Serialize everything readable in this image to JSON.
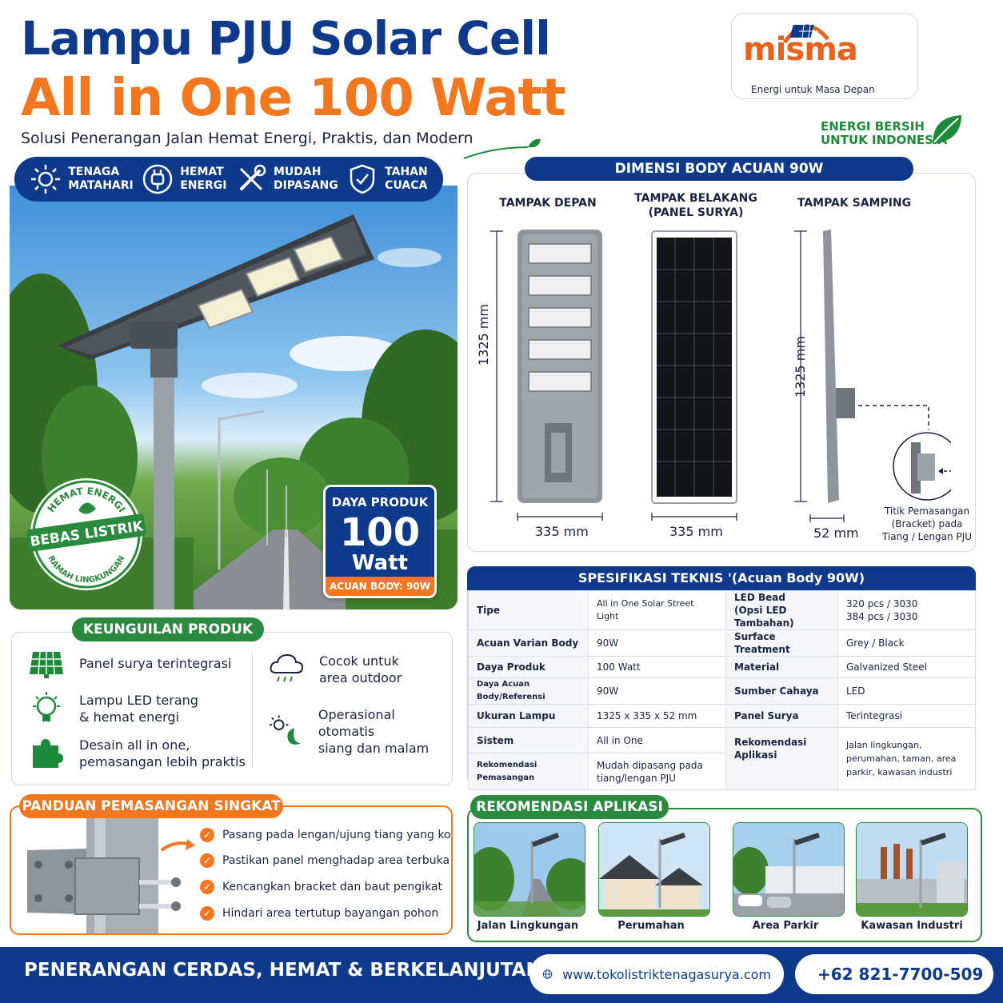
{
  "header": {
    "title_line1": "Lampu PJU Solar Cell",
    "title_line2": "All in One 100 Watt",
    "subtitle": "Solusi Penerangan Jalan Hemat Energi, Praktis, dan Modern"
  },
  "logo": {
    "wordmark": "misma",
    "tagline": "Energi untuk Masa Depan"
  },
  "energi_bersih": "ENERGI BERSIH\nUNTUK INDONESIA",
  "features": [
    {
      "icon": "sun-icon",
      "label": "TENAGA\nMATAHARI"
    },
    {
      "icon": "plug-icon",
      "label": "HEMAT\nENERGI"
    },
    {
      "icon": "tools-icon",
      "label": "MUDAH\nDIPASANG"
    },
    {
      "icon": "shield-icon",
      "label": "TAHAN\nCUACA"
    }
  ],
  "power_badge": {
    "heading": "DAYA PRODUK",
    "value": "100",
    "unit": "Watt",
    "footer": "ACUAN BODY: 90W"
  },
  "eco_badge": {
    "top": "HEMAT ENERGI",
    "middle": "BEBAS LISTRIK",
    "bottom": "RAMAH LINGKUNGAN"
  },
  "keunggulan": {
    "title": "KEUNGUILAN PRODUK",
    "items": [
      {
        "icon": "solar-panel-icon",
        "text": "Panel surya terintegrasi"
      },
      {
        "icon": "led-bulb-icon",
        "text": "Lampu LED terang\n& hemat energi"
      },
      {
        "icon": "puzzle-icon",
        "text": "Desain all in one,\npemasangan lebih praktis"
      },
      {
        "icon": "rain-cloud-icon",
        "text": "Cocok untuk\narea outdoor"
      },
      {
        "icon": "day-night-icon",
        "text": "Operasional otomatis\nsiang dan malam"
      }
    ]
  },
  "panduan": {
    "title": "PANDUAN PEMASANGAN SINGKAT",
    "steps": [
      "Pasang pada lengan/ujung tiang yang kokoh",
      "Pastikan panel menghadap area terbuka",
      "Kencangkan bracket dan baut pengikat",
      "Hindari area tertutup bayangan pohon"
    ]
  },
  "dimensi": {
    "title": "DIMENSI BODY ACUAN 90W",
    "views": {
      "front": "TAMPAK DEPAN",
      "back": "TAMPAK BELAKANG\n(PANEL SURYA)",
      "side": "TAMPAK SAMPING"
    },
    "height_front": "1325 mm",
    "height_side": "1325 mm",
    "width_front": "335 mm",
    "width_back": "335 mm",
    "depth_side": "52 mm",
    "bracket_note": "Titik Pemasangan\n(Bracket) pada\nTiang / Lengan PJU"
  },
  "spesifikasi": {
    "title": "SPESIFIKASI TEKNIS '(Acuan Body 90W)",
    "left": [
      {
        "key": "Tipe",
        "value": "All in One Solar Street Light"
      },
      {
        "key": "Acuan Varian Body",
        "value": "90W"
      },
      {
        "key": "Daya Produk",
        "value": "100 Watt"
      },
      {
        "key": "Daya Acuan Body/Referensi",
        "value": "90W"
      },
      {
        "key": "Ukuran Lampu",
        "value": "1325 x 335 x 52 mm"
      },
      {
        "key": "Sistem",
        "value": "All in One"
      },
      {
        "key": "Rekomendasi Pemasangan",
        "value": "Mudah dipasang pada tiang/lengan PJU"
      }
    ],
    "right": [
      {
        "key": "LED Bead\n(Opsi LED Tambahan)",
        "value": "320 pcs / 3030\n384 pcs / 3030"
      },
      {
        "key": "Surface Treatment",
        "value": "Grey / Black"
      },
      {
        "key": "Material",
        "value": "Galvanized Steel"
      },
      {
        "key": "Sumber Cahaya",
        "value": "LED"
      },
      {
        "key": "Panel Surya",
        "value": "Terintegrasi"
      },
      {
        "key": "Rekomendasi Aplikasi",
        "value": "Jalan lingkungan, perumahan, taman, area parkir, kawasan industri"
      }
    ]
  },
  "rekomendasi": {
    "title": "REKOMENDASI APLIKASI",
    "items": [
      "Jalan Lingkungan",
      "Perumahan",
      "Area Parkir",
      "Kawasan Industri"
    ]
  },
  "footer": {
    "tagline": "PENERANGAN CERDAS, HEMAT & BERKELANJUTAN",
    "website": "www.tokolistriktenagasurya.com",
    "phone": "+62 821-7700-509"
  },
  "colors": {
    "brand_blue": "#0f3a8c",
    "brand_orange": "#f2771f",
    "brand_green": "#2a8a3e"
  }
}
